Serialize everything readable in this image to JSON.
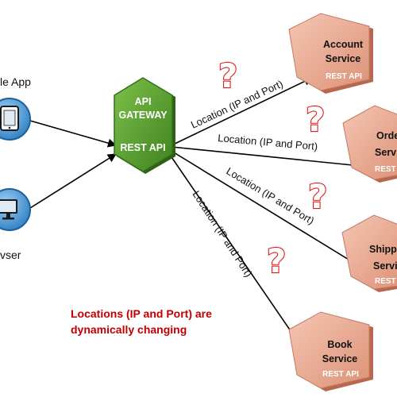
{
  "clients": {
    "mobile": {
      "label": "le App",
      "icon": "tablet-icon"
    },
    "browser": {
      "label": "vser",
      "icon": "monitor-icon"
    }
  },
  "gateway": {
    "title_line1": "API",
    "title_line2": "GATEWAY",
    "rest_label": "REST API",
    "color": "#4f9a2b"
  },
  "services": {
    "account": {
      "name_line1": "Account",
      "name_line2": "Service",
      "rest_label": "REST API"
    },
    "order": {
      "name_line1": "Orde",
      "name_line2": "Servi",
      "rest_label": "REST"
    },
    "shipping": {
      "name_line1": "Shipp",
      "name_line2": "Servi",
      "rest_label": "REST"
    },
    "book": {
      "name_line1": "Book",
      "name_line2": "Service",
      "rest_label": "REST API"
    }
  },
  "routes": {
    "account": "Location (IP and Port)",
    "order": "Location (IP and Port)",
    "shipping": "Location (IP and Port)",
    "book": "Location (IP and Port)"
  },
  "question_mark": "?",
  "note": {
    "line1": "Locations (IP and Port) are",
    "line2": "dynamically changing",
    "color": "#c00000"
  },
  "colors": {
    "service_fill": "#e8a58f",
    "service_dark": "#c4715a",
    "client_blue": "#2f7fc4",
    "arrow": "#000000"
  }
}
